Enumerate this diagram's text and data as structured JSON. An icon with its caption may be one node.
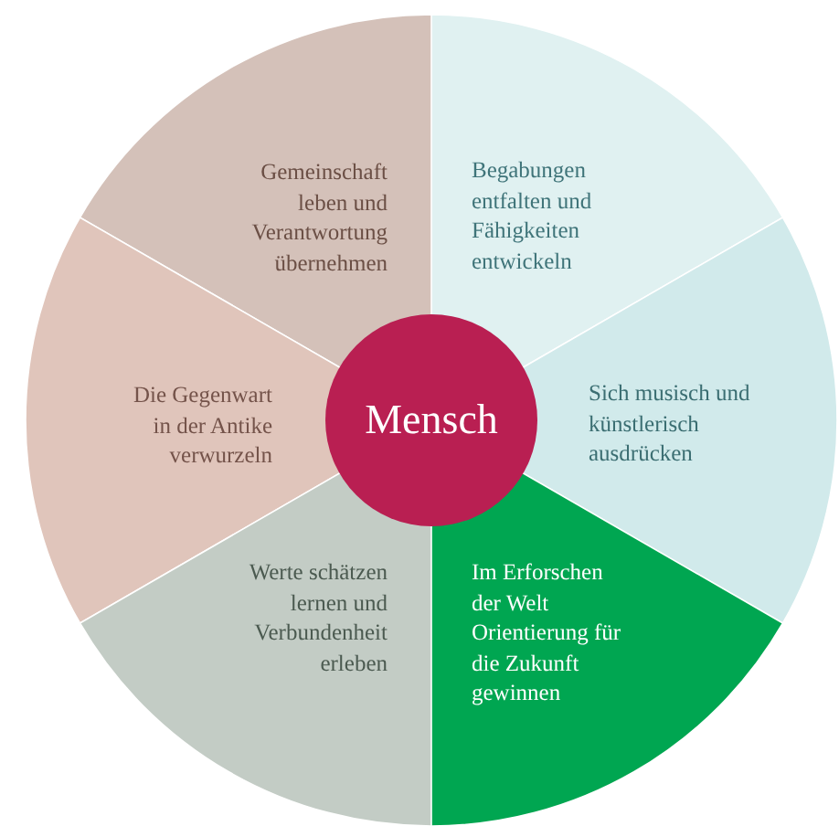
{
  "diagram": {
    "nodes": [
      {
        "text": [
          "Gemeinschaft leben und Verantwortung übernehmen"
        ]
      },
      {
        "text": [
          "Begabungen entfalten und Fähigkeiten entwickeln"
        ]
      },
      {
        "text": [
          "Die Gegenwart in der Antike verwurzeln"
        ]
      },
      {
        "text": [
          "Mensch"
        ]
      },
      {
        "text": [
          "Sich musisch und künstlerisch ausdrücken"
        ]
      },
      {
        "text": [
          "Werte schätzen lernen und Verbundenheit erleben"
        ]
      },
      {
        "text": [
          "Im Erforschen der Welt Orientierung für die Zukunft gewinnen"
        ]
      }
    ]
  }
}
